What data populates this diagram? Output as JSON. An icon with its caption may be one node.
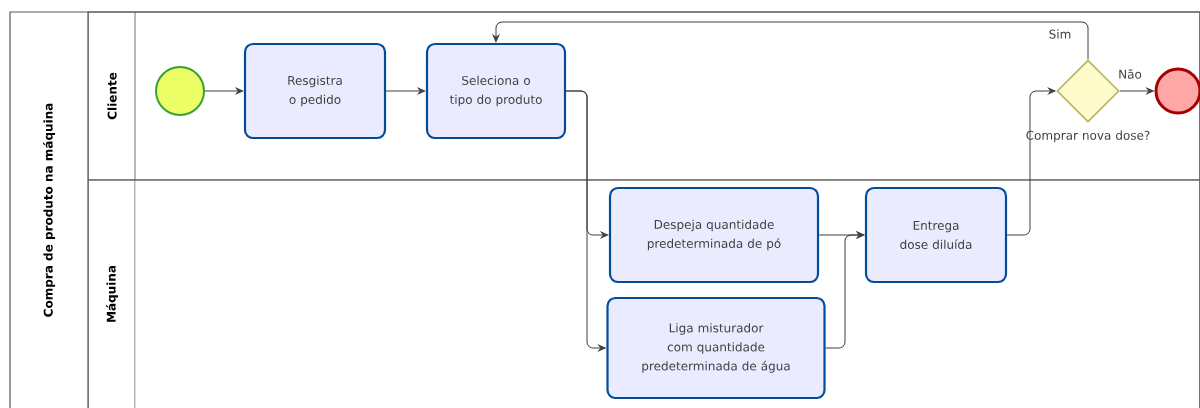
{
  "diagram": {
    "nodes": [
      {
        "text": [
          "Compra de produto na máquina"
        ]
      },
      {
        "text": [
          "Cliente"
        ],
        "in": 0
      },
      {
        "text": [
          "Máquina"
        ],
        "in": 0
      },
      {
        "text": [],
        "shape": "circle",
        "in": 1
      },
      {
        "text": [
          "Resgistra o pedido"
        ],
        "in": 1
      },
      {
        "text": [
          "Seleciona o tipo do produto"
        ],
        "in": 1
      },
      {
        "text": [
          "Despeja quantidade predeterminada de pó"
        ],
        "in": 2
      },
      {
        "text": [
          "Liga misturador com quantidade predeterminada de água"
        ],
        "in": 2
      },
      {
        "text": [
          "Entrega dose diluída"
        ],
        "in": 2
      },
      {
        "text": [
          "Comprar nova dose?"
        ],
        "in": 1
      },
      {
        "text": [],
        "shape": "circle",
        "in": 1
      }
    ],
    "edges": [
      {
        "from": 3,
        "to": 4,
        "arrow": "to"
      },
      {
        "from": 4,
        "to": 5,
        "arrow": "to"
      },
      {
        "from": 5,
        "to": 6,
        "arrow": "to"
      },
      {
        "from": 5,
        "to": 7,
        "arrow": "to"
      },
      {
        "from": 6,
        "to": 8,
        "arrow": "to"
      },
      {
        "from": 7,
        "to": 8,
        "arrow": "to"
      },
      {
        "from": 8,
        "to": 9,
        "arrow": "to"
      },
      {
        "from": 9,
        "to": 5,
        "arrow": "to",
        "label": "Sim"
      },
      {
        "from": 9,
        "to": 10,
        "arrow": "to",
        "label": "Não"
      }
    ]
  }
}
